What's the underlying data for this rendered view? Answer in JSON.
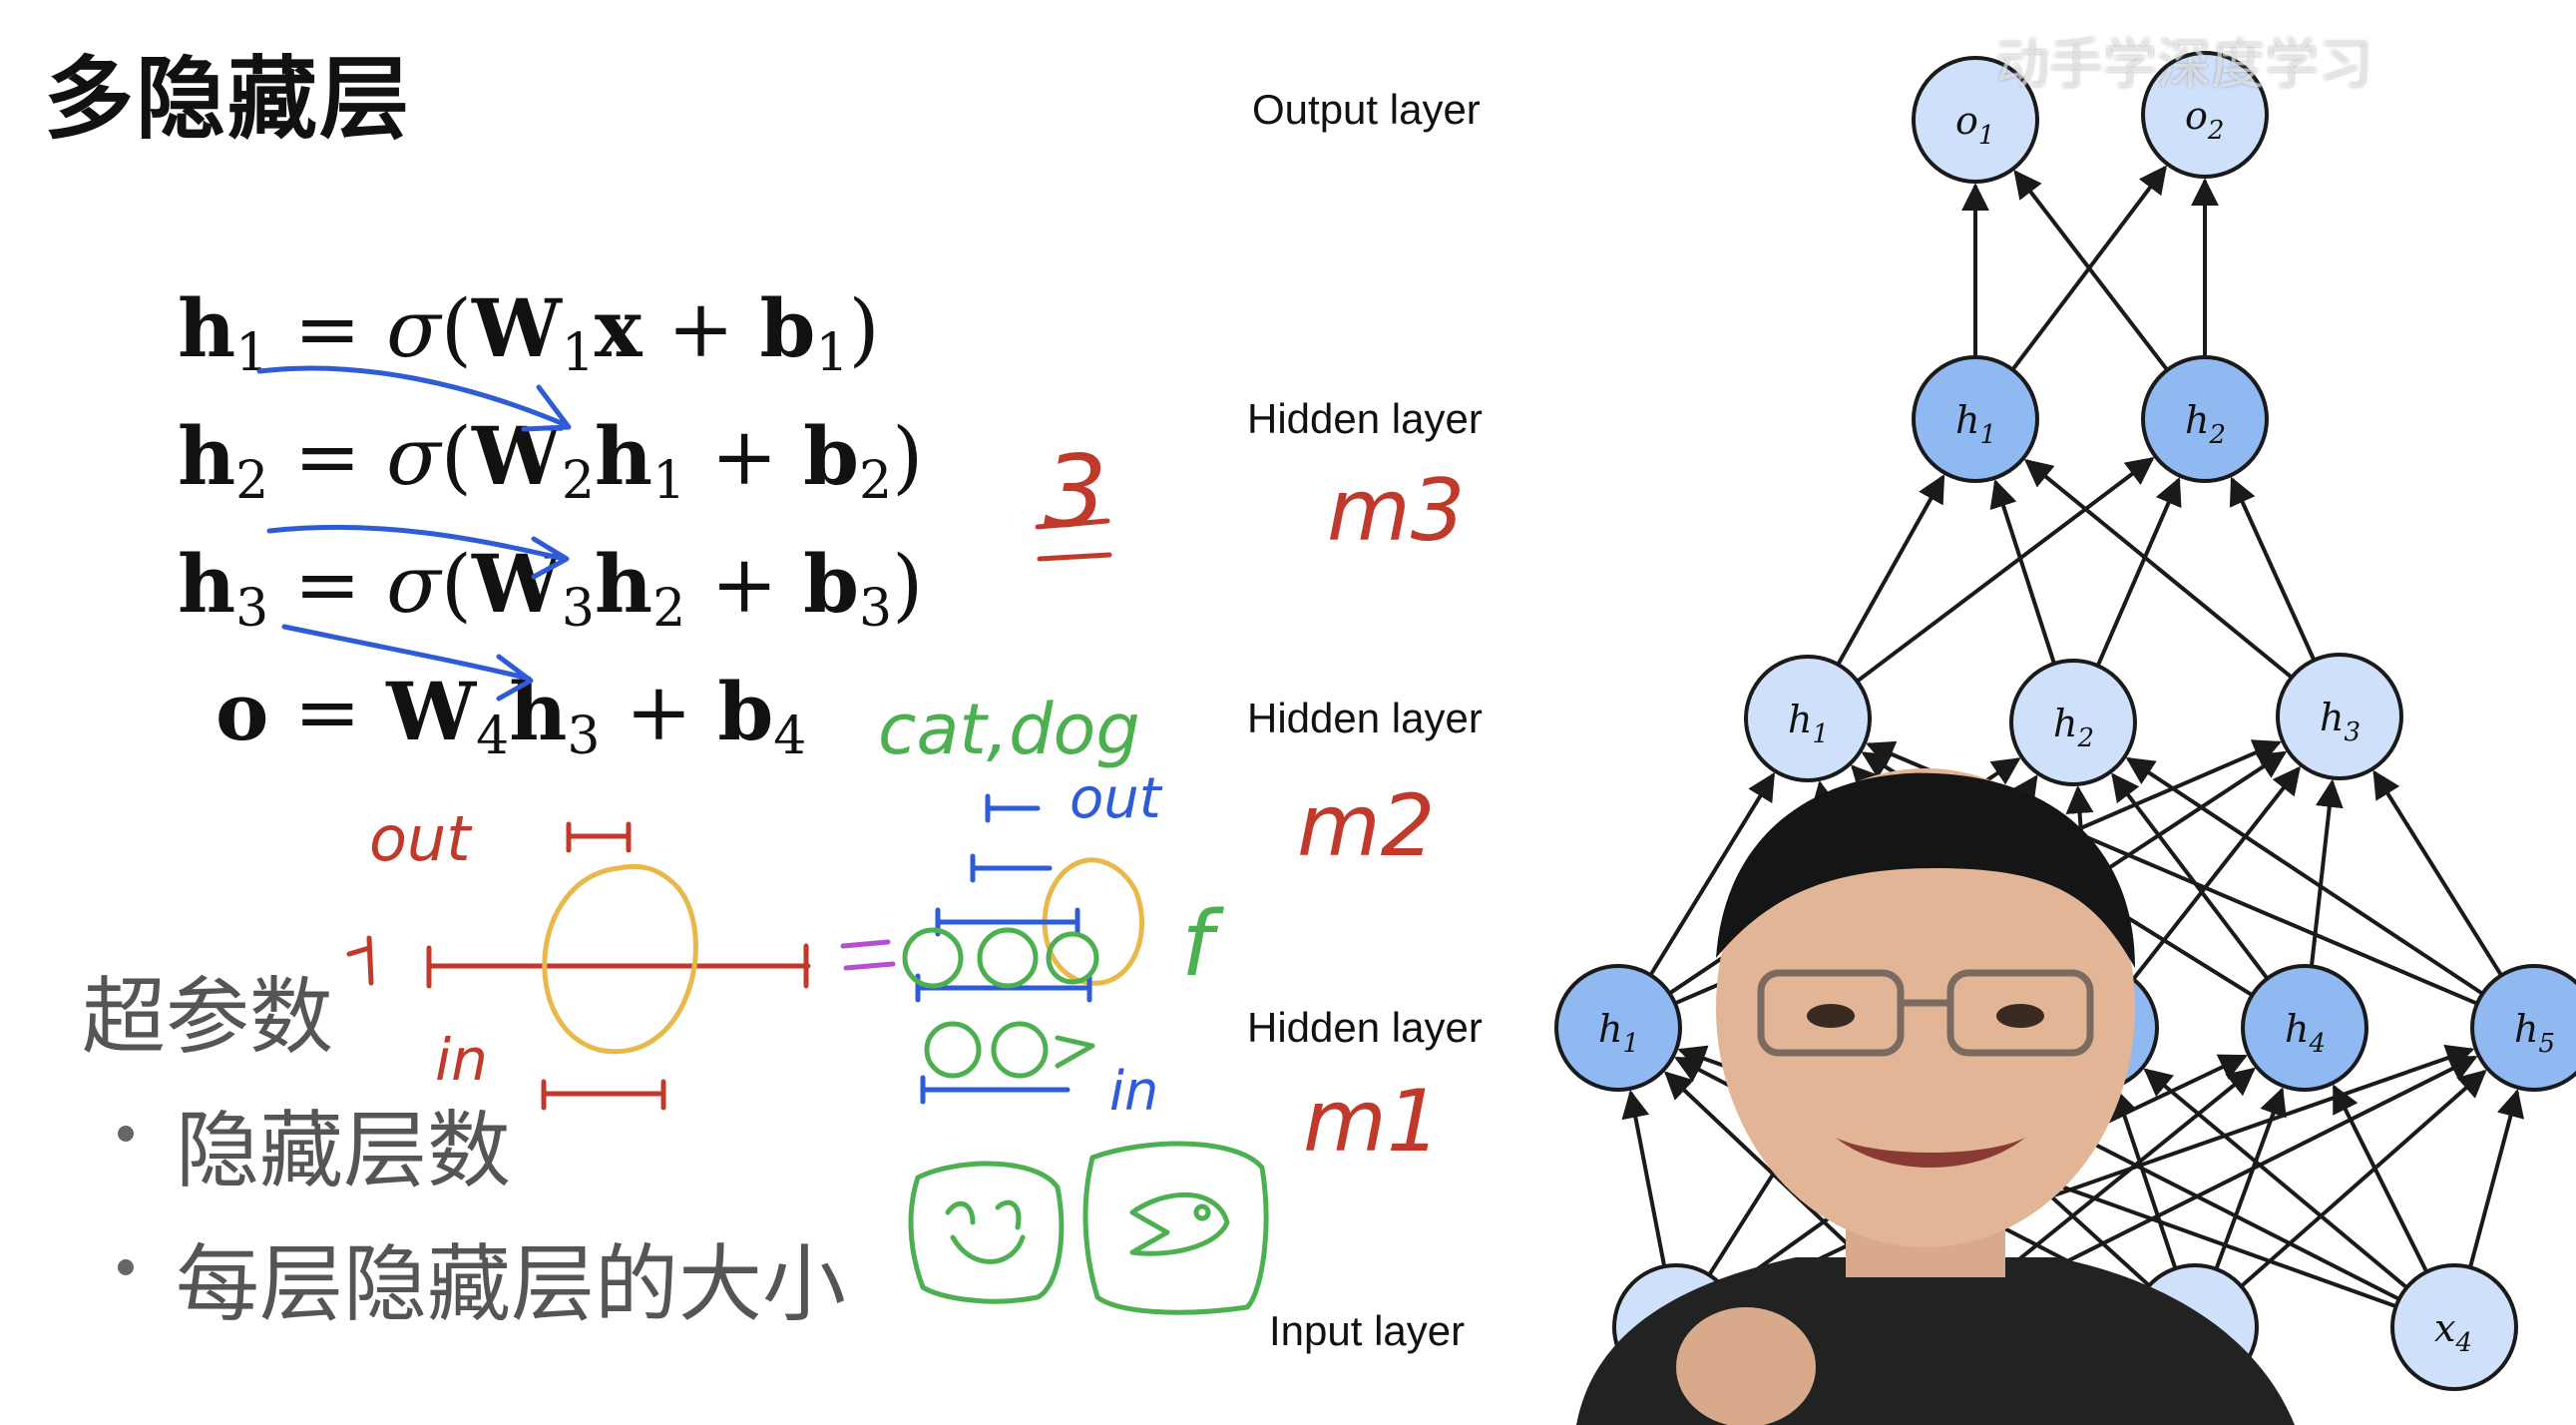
{
  "slide": {
    "title": "多隐藏层",
    "equations": [
      {
        "lhs": "h",
        "lsub": "1",
        "rhs_a": "W",
        "asub": "1",
        "rhs_b": "x",
        "rhs_c": "b",
        "csub": "1"
      },
      {
        "lhs": "h",
        "lsub": "2",
        "rhs_a": "W",
        "asub": "2",
        "rhs_b": "h",
        "bsub": "1",
        "rhs_c": "b",
        "csub": "2"
      },
      {
        "lhs": "h",
        "lsub": "3",
        "rhs_a": "W",
        "asub": "3",
        "rhs_b": "h",
        "bsub": "2",
        "rhs_c": "b",
        "csub": "3"
      },
      {
        "lhs": "o",
        "rhs_a": "W",
        "asub": "4",
        "rhs_b": "h",
        "bsub": "3",
        "rhs_c": "b",
        "csub": "4"
      }
    ],
    "hyperparams": {
      "heading": "超参数",
      "items": [
        "隐藏层数",
        "每层隐藏层的大小"
      ]
    },
    "layer_labels": [
      "Output layer",
      "Hidden layer",
      "Hidden layer",
      "Hidden layer",
      "Input layer"
    ],
    "network": {
      "output_nodes": [
        {
          "name": "o",
          "sub": "1"
        },
        {
          "name": "o",
          "sub": "2"
        }
      ],
      "hidden3_nodes": [
        {
          "name": "h",
          "sub": "1"
        },
        {
          "name": "h",
          "sub": "2"
        }
      ],
      "hidden2_nodes": [
        {
          "name": "h",
          "sub": "1"
        },
        {
          "name": "h",
          "sub": "2"
        },
        {
          "name": "h",
          "sub": "3"
        }
      ],
      "hidden1_nodes": [
        {
          "name": "h",
          "sub": "1"
        },
        {
          "name": "h",
          "sub": "4"
        },
        {
          "name": "h",
          "sub": "5"
        }
      ],
      "input_nodes": [
        {
          "name": "x",
          "sub": "4"
        }
      ],
      "colors": {
        "output": "#cfe0fb",
        "hidden": "#8fb9f0",
        "hidden_light": "#cfe0fb",
        "stroke": "#1a1a1a"
      }
    },
    "handwriting": {
      "red_m3": "m3",
      "red_m2": "m2",
      "red_m1": "m1",
      "red_3": "3",
      "red_out": "out",
      "red_in": "in",
      "green_catdog": "cat,dog",
      "green_f": "f",
      "blue_out": "out",
      "blue_in": "in",
      "colors": {
        "red": "#c0392b",
        "blue": "#2e5bd8",
        "green": "#4caf50",
        "yellow": "#e8b84a",
        "purple": "#b44fd0"
      }
    }
  },
  "overlay": {
    "watermark": "动手学深度学习"
  }
}
